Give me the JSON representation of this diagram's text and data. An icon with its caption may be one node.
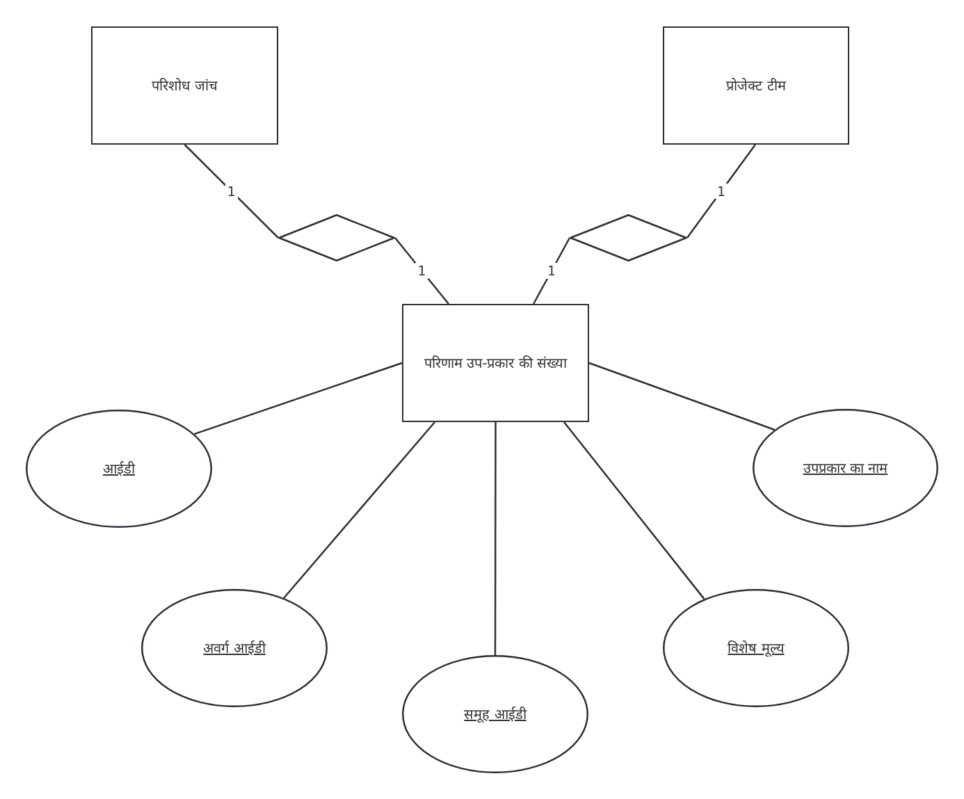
{
  "diagram": {
    "nodes": [
      {
        "text": [
          "परिशोध जांच"
        ]
      },
      {
        "text": [
          "प्रोजेक्ट टीम"
        ]
      },
      {
        "text": [],
        "shape": "diamond"
      },
      {
        "text": [],
        "shape": "diamond"
      },
      {
        "text": [
          "परिणाम उप-प्रकार की संख्या"
        ]
      },
      {
        "text": [
          "आईडी"
        ]
      },
      {
        "text": [
          "उपप्रकार का नाम"
        ]
      },
      {
        "text": [
          "अवर्ग आईडी"
        ]
      },
      {
        "text": [
          "विशेष मूल्य"
        ]
      },
      {
        "text": [
          "समूह आईडी"
        ]
      }
    ],
    "edges": [
      {
        "from": 0,
        "to": 2,
        "arrow": "none",
        "label": "1"
      },
      {
        "from": 2,
        "to": 4,
        "arrow": "none",
        "label": "1"
      },
      {
        "from": 1,
        "to": 3,
        "arrow": "none",
        "label": "1"
      },
      {
        "from": 3,
        "to": 4,
        "arrow": "none",
        "label": "1"
      },
      {
        "from": 4,
        "to": 5,
        "arrow": "none"
      },
      {
        "from": 4,
        "to": 6,
        "arrow": "none"
      },
      {
        "from": 4,
        "to": 7,
        "arrow": "none"
      },
      {
        "from": 4,
        "to": 8,
        "arrow": "none"
      },
      {
        "from": 4,
        "to": 9,
        "arrow": "none"
      }
    ]
  }
}
